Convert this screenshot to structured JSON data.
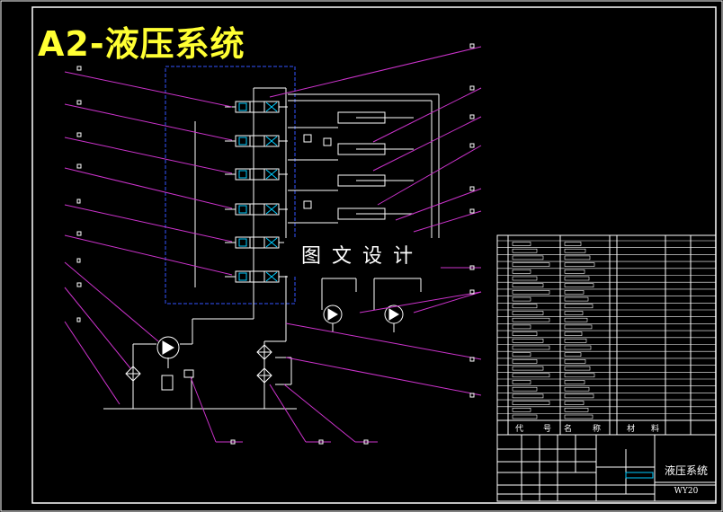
{
  "drawing": {
    "title": "A2-液压系统",
    "watermark": "图文设计",
    "colors": {
      "background": "#000000",
      "frame": "#ffffff",
      "leader": "#cc33cc",
      "enclosure": "#3355ff",
      "title": "#ffff33",
      "accent": "#00ccff"
    }
  },
  "bom_header": {
    "code": "代",
    "no": "号",
    "name": "名",
    "name2": "称",
    "material": "材",
    "material2": "料"
  },
  "title_block": {
    "name": "液压系统",
    "code": "WY20"
  }
}
